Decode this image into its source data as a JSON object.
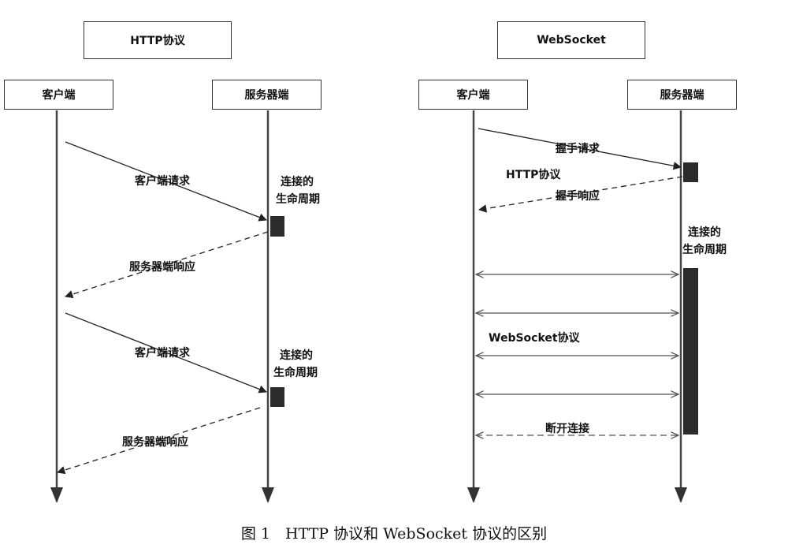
{
  "http_panel": {
    "title": "HTTP协议",
    "client_label": "客户端",
    "server_label": "服务器端",
    "messages": [
      {
        "label": "客户端请求"
      },
      {
        "label": "服务器端响应"
      },
      {
        "label": "客户端请求"
      },
      {
        "label": "服务器端响应"
      }
    ],
    "lifecycle_labels": [
      {
        "line1": "连接的",
        "line2": "生命周期"
      },
      {
        "line1": "连接的",
        "line2": "生命周期"
      }
    ]
  },
  "websocket_panel": {
    "title": "WebSocket",
    "client_label": "客户端",
    "server_label": "服务器端",
    "handshake_request": "握手请求",
    "handshake_response": "握手响应",
    "http_protocol_label": "HTTP协议",
    "lifecycle_label": {
      "line1": "连接的",
      "line2": "生命周期"
    },
    "websocket_protocol_label": "WebSocket协议",
    "disconnect_label": "断开连接",
    "bidirectional_message_count": 4
  },
  "caption": "图 1　HTTP 协议和 WebSocket 协议的区别"
}
